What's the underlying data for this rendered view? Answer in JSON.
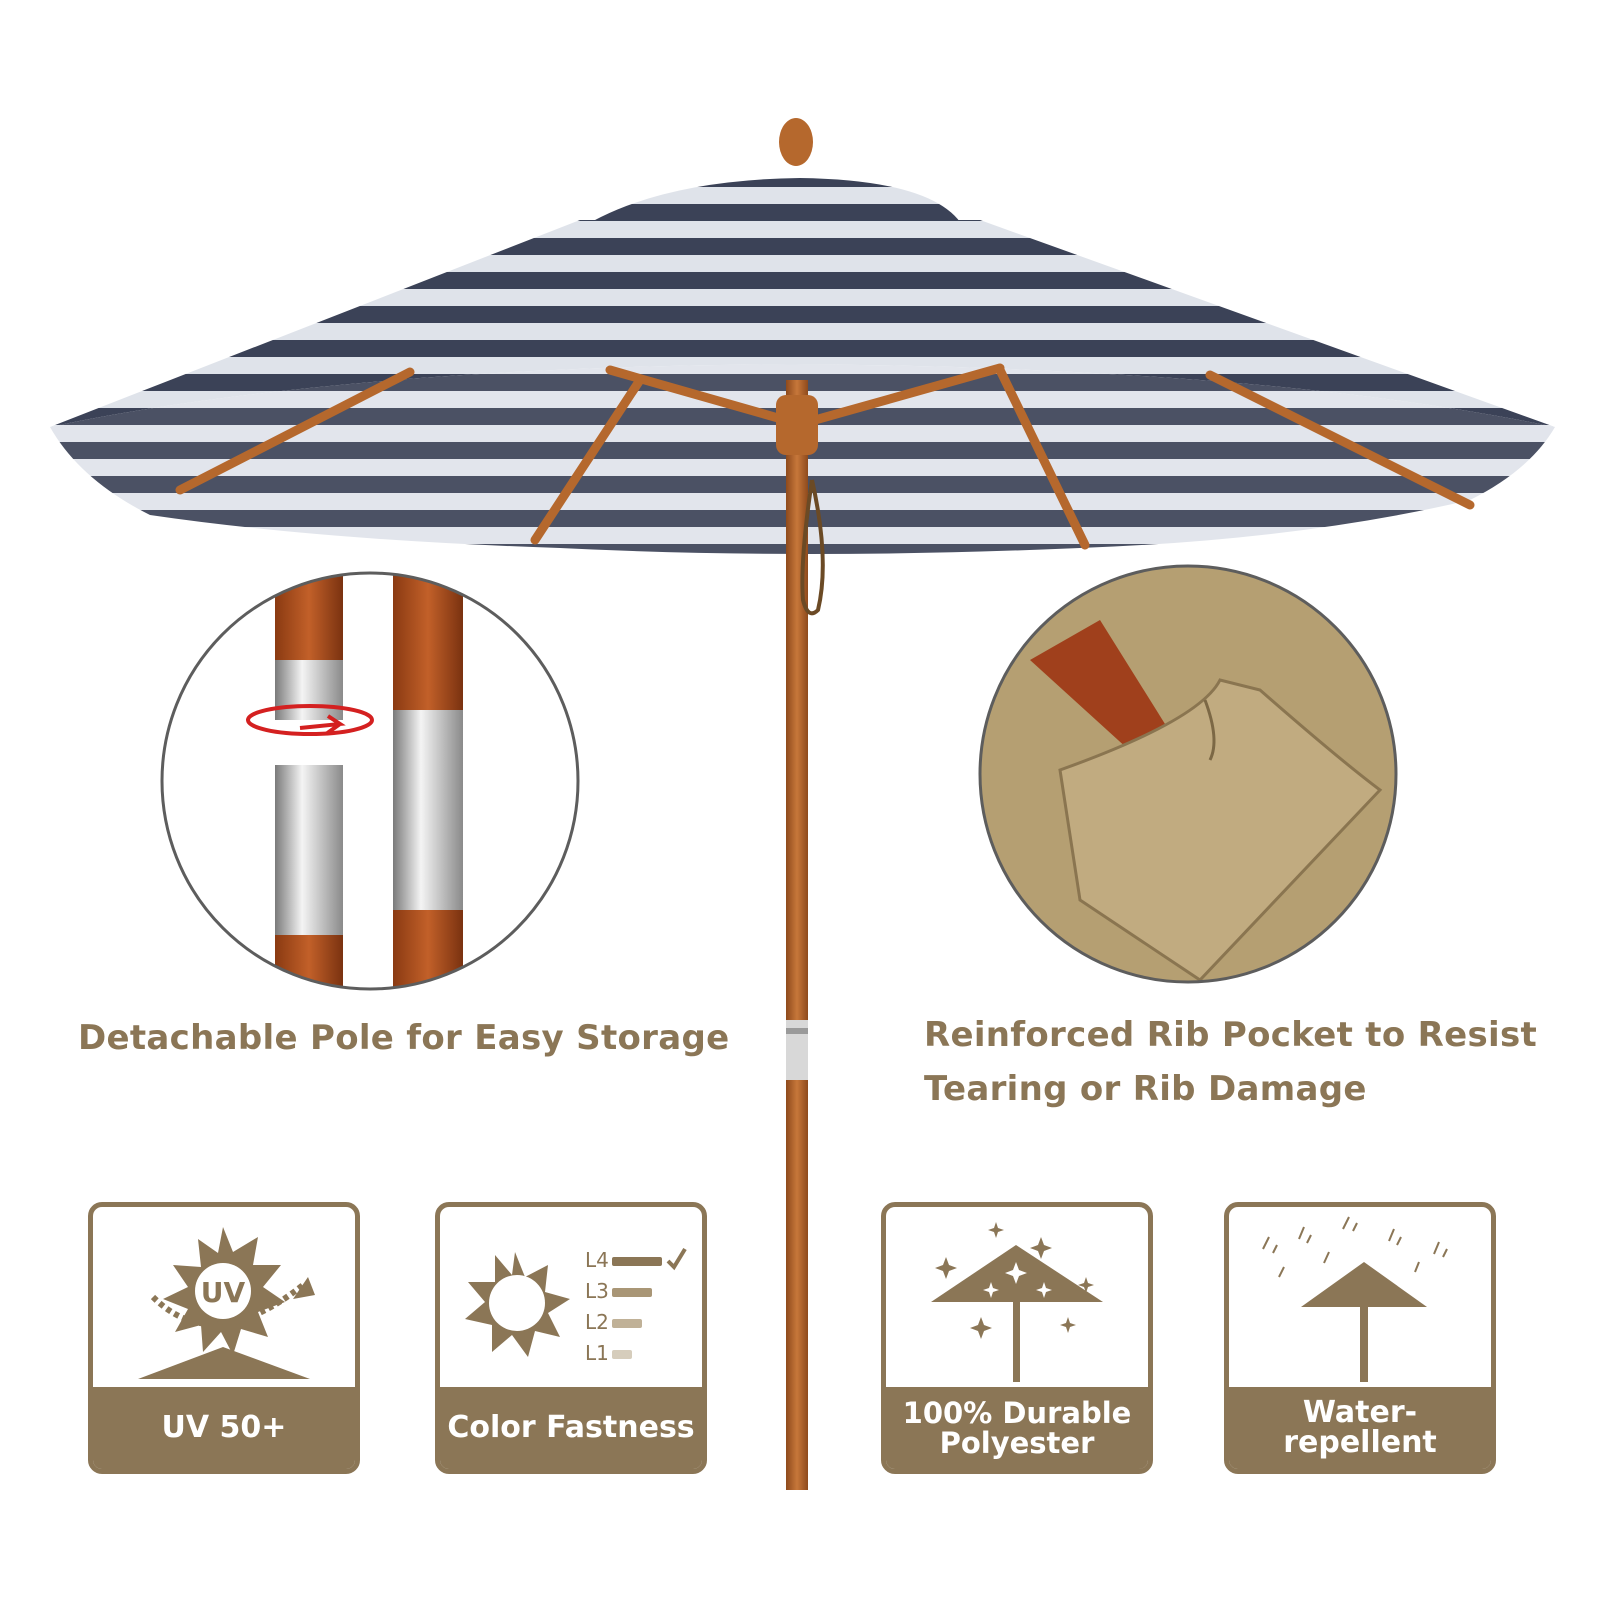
{
  "captions": {
    "left": "Detachable Pole for Easy Storage",
    "right_line1": "Reinforced Rib Pocket to Resist",
    "right_line2": "Tearing or Rib Damage"
  },
  "features": [
    {
      "label": "UV 50+",
      "icon": "uv-sun-icon",
      "icon_text": "UV"
    },
    {
      "label": "Color Fastness",
      "icon": "sun-levels-icon",
      "levels": [
        "L4",
        "L3",
        "L2",
        "L1"
      ],
      "selected_level": "L4"
    },
    {
      "label_line1": "100% Durable",
      "label_line2": "Polyester",
      "icon": "sparkle-umbrella-icon"
    },
    {
      "label": "Water-repellent",
      "icon": "rain-umbrella-icon"
    }
  ],
  "colors": {
    "accent_brown": "#8b7656",
    "wood": "#b5682d",
    "canopy_dark": "#3b4257",
    "canopy_light": "#dfe3ea",
    "fabric_tan": "#b59f72"
  }
}
